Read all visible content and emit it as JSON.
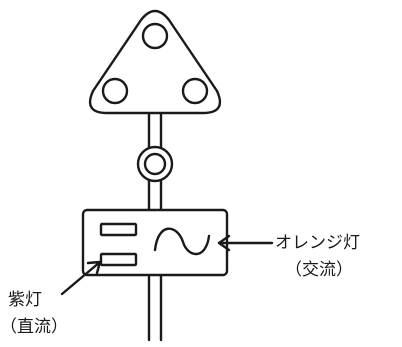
{
  "labels": {
    "orange_lamp": "オレンジ灯",
    "orange_lamp_note": "（交流）",
    "purple_lamp": "紫灯",
    "purple_lamp_note": "（直流）"
  },
  "colors": {
    "stroke": "#1a1a1a",
    "background": "#ffffff"
  },
  "icons": {
    "ac_symbol": "sine-wave-icon"
  }
}
